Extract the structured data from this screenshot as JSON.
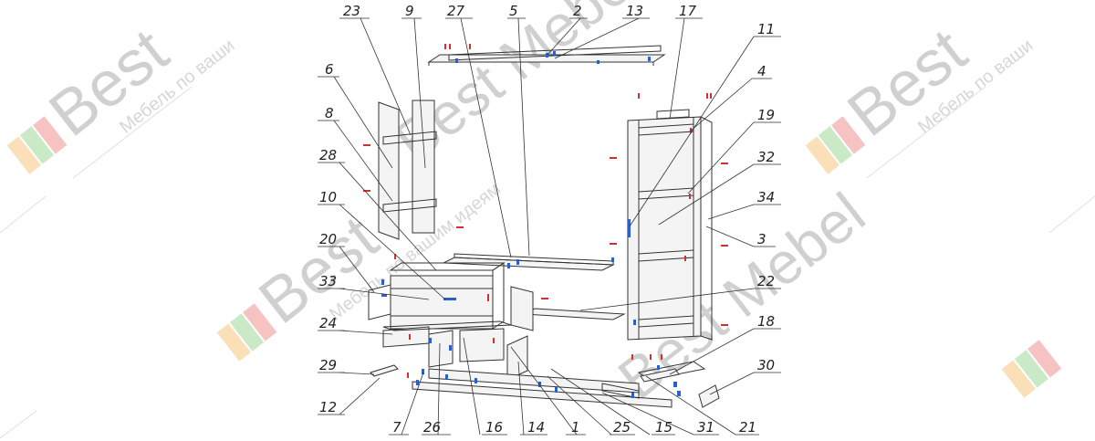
{
  "watermark": {
    "brand": "Best",
    "brand_cut": "Best Mebel",
    "subtitle": "Мебель по вашим идеям",
    "subtitle_cut": "Мебель по ваши",
    "colors": {
      "orange": "#f7c98a",
      "green": "#a6dba0",
      "red": "#f29a9a",
      "gray": "#cfcfcf"
    }
  },
  "callouts": [
    "23",
    "9",
    "27",
    "5",
    "2",
    "13",
    "17",
    "11",
    "4",
    "19",
    "32",
    "34",
    "3",
    "6",
    "8",
    "28",
    "10",
    "20",
    "33",
    "24",
    "29",
    "12",
    "22",
    "18",
    "30",
    "7",
    "26",
    "16",
    "14",
    "1",
    "25",
    "15",
    "31",
    "21"
  ],
  "colors": {
    "line": "#333333",
    "red_fastener": "#d23030",
    "blue_fastener": "#2a5fd0"
  }
}
